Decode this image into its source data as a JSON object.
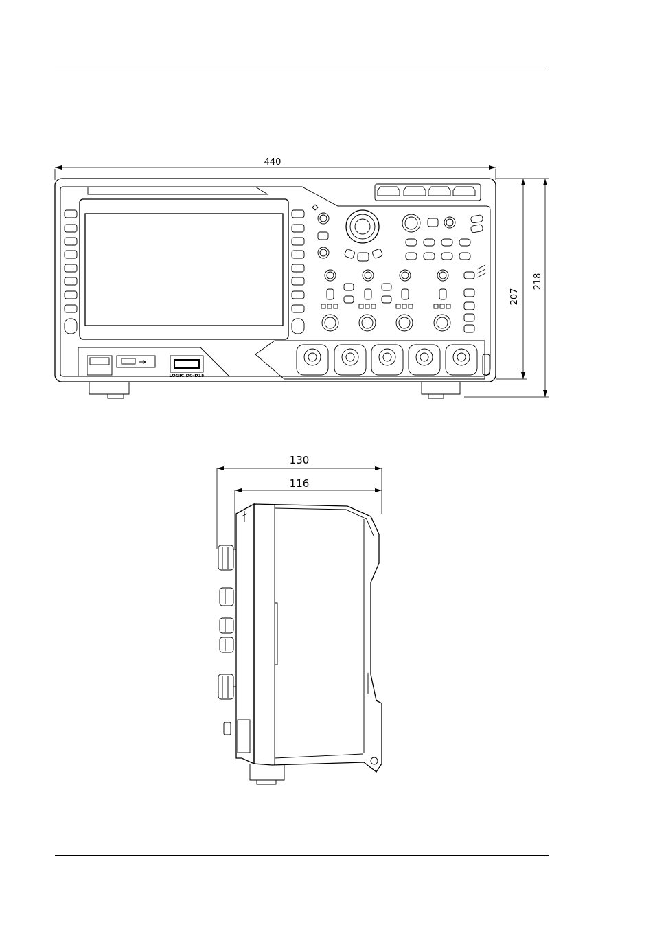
{
  "front_view": {
    "width_label": "440",
    "height_inner_label": "207",
    "height_outer_label": "218",
    "port_label": "LOGIC D0-D15"
  },
  "side_view": {
    "depth_outer_label": "130",
    "depth_inner_label": "116"
  }
}
